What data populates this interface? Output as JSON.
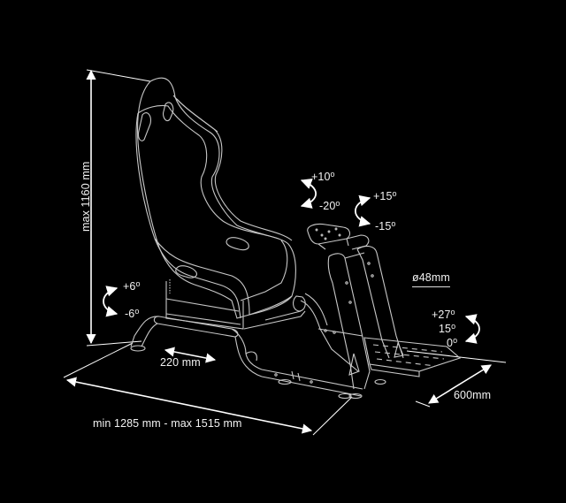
{
  "diagram": {
    "subject": "racing simulator cockpit seat with wheel stand and pedal plate",
    "colors": {
      "background": "#000000",
      "linework": "#c8c8c8",
      "dimension": "#ffffff",
      "text": "#f2f2f2"
    }
  },
  "dimensions": {
    "height": {
      "label": "max 1160 mm"
    },
    "length": {
      "label": "min 1285 mm - max 1515 mm"
    },
    "seat_slide": {
      "label": "220 mm"
    },
    "width": {
      "label": "600mm"
    },
    "tube": {
      "label": "ø48mm"
    }
  },
  "angles": {
    "seat_tilt": {
      "up": "+6",
      "down": "-6",
      "unit": "o"
    },
    "wheel_deck_tilt": {
      "up": "+10",
      "down": "-20",
      "unit": "o"
    },
    "wheel_deck_rotate": {
      "up": "+15",
      "down": "-15",
      "unit": "o"
    },
    "pedal_plate": {
      "max": "+27",
      "mid": "15",
      "min": "0",
      "unit": "o"
    }
  }
}
